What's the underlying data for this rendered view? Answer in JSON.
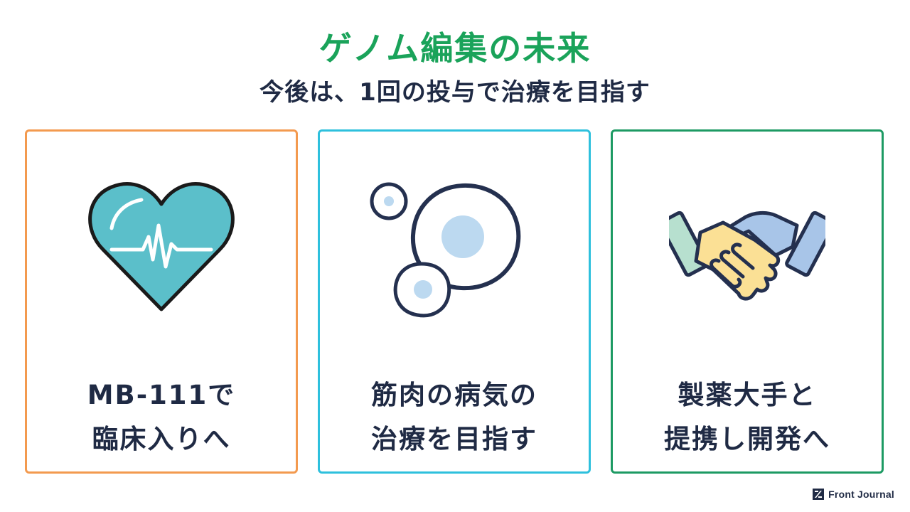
{
  "title": "ゲノム編集の未来",
  "subtitle": "今後は、1回の投与で治療を目指す",
  "colors": {
    "title": "#1aa35a",
    "text": "#1f2a44",
    "card_1_border": "#f39a4f",
    "card_2_border": "#2ec0dd",
    "card_3_border": "#1d9a63",
    "heart_fill": "#5bbfca",
    "cell_fill": "#bcd9f0",
    "hand_left": "#fbe095",
    "hand_right": "#a8c5e8",
    "cuff_left": "#b7e0cf",
    "cuff_right": "#a8c5e8"
  },
  "cards": [
    {
      "icon": "heart-pulse-icon",
      "caption_line1": "MB-111で",
      "caption_line2": "臨床入りへ"
    },
    {
      "icon": "cells-icon",
      "caption_line1": "筋肉の病気の",
      "caption_line2": "治療を目指す"
    },
    {
      "icon": "handshake-icon",
      "caption_line1": "製薬大手と",
      "caption_line2": "提携し開発へ"
    }
  ],
  "logo": {
    "text": "Front Journal",
    "icon": "front-journal-logo-icon"
  }
}
